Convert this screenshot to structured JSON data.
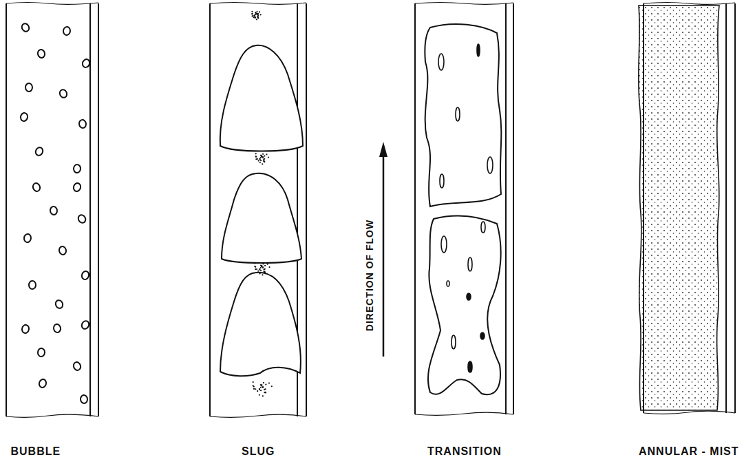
{
  "diagram": {
    "labels": [
      "BUBBLE",
      "SLUG",
      "TRANSITION",
      "ANNULAR - MIST",
      "DIRECTION OF FLOW"
    ]
  }
}
